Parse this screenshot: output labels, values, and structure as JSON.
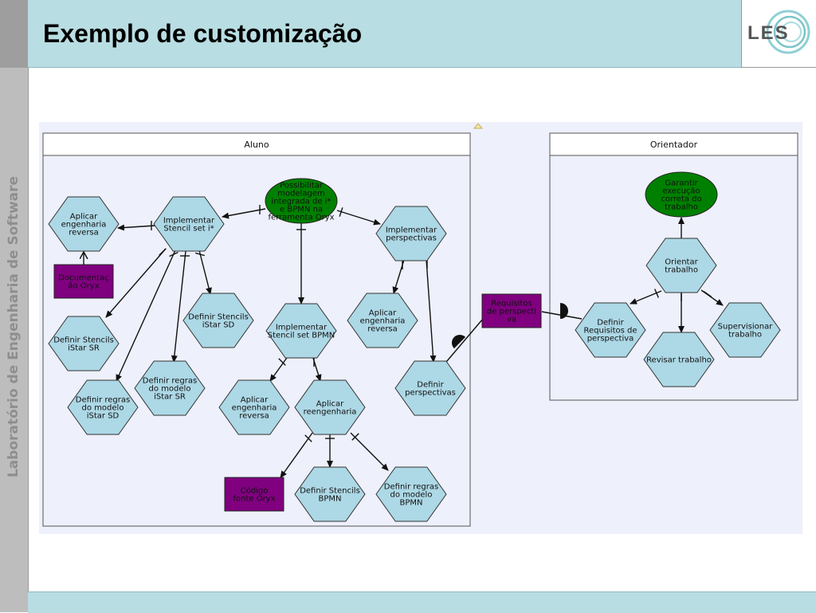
{
  "slide": {
    "title": "Exemplo de customização",
    "side_label": "Laboratório de Engenharia de Software",
    "logo_text": "LES"
  },
  "colors": {
    "header": "#b8dde2",
    "canvas": "#eef0fb",
    "task": "#add8e6",
    "goal": "#008000",
    "resource": "#800080"
  },
  "diagram": {
    "boundaries": [
      {
        "id": "aluno",
        "label": "Aluno"
      },
      {
        "id": "orientador",
        "label": "Orientador"
      }
    ],
    "nodes": [
      {
        "id": "possibilitar",
        "type": "goal",
        "lines": [
          "Possibilitar",
          "modelagem",
          "integrada de i*",
          "e BPMN na",
          "ferramenta Oryx"
        ]
      },
      {
        "id": "aplicar-eng-rev-1",
        "type": "task",
        "lines": [
          "Aplicar",
          "engenharia",
          "reversa"
        ]
      },
      {
        "id": "implementar-istar",
        "type": "task",
        "lines": [
          "Implementar",
          "Stencil set i*"
        ]
      },
      {
        "id": "documentacao",
        "type": "resource",
        "lines": [
          "Documentaç",
          "ão Oryx"
        ]
      },
      {
        "id": "implementar-persp",
        "type": "task",
        "lines": [
          "Implementar",
          "perspectivas"
        ]
      },
      {
        "id": "definir-stencils-sd",
        "type": "task",
        "lines": [
          "Definir Stencils",
          "iStar SD"
        ]
      },
      {
        "id": "definir-stencils-sr",
        "type": "task",
        "lines": [
          "Definir Stencils",
          "iStar SR"
        ]
      },
      {
        "id": "implementar-bpmn",
        "type": "task",
        "lines": [
          "Implementar",
          "Stencil set BPMN"
        ]
      },
      {
        "id": "aplicar-eng-rev-2",
        "type": "task",
        "lines": [
          "Aplicar",
          "engenharia",
          "reversa"
        ]
      },
      {
        "id": "definir-regras-sr",
        "type": "task",
        "lines": [
          "Definir regras",
          "do modelo",
          "iStar SR"
        ]
      },
      {
        "id": "definir-regras-sd",
        "type": "task",
        "lines": [
          "Definir regras",
          "do modelo",
          "iStar SD"
        ]
      },
      {
        "id": "aplicar-eng-rev-3",
        "type": "task",
        "lines": [
          "Aplicar",
          "engenharia",
          "reversa"
        ]
      },
      {
        "id": "aplicar-reeng",
        "type": "task",
        "lines": [
          "Aplicar",
          "reengenharia"
        ]
      },
      {
        "id": "definir-perspectivas",
        "type": "task",
        "lines": [
          "Definir",
          "perspectivas"
        ]
      },
      {
        "id": "codigo-fonte",
        "type": "resource",
        "lines": [
          "Código",
          "fonte Oryx"
        ]
      },
      {
        "id": "definir-stencils-bpmn",
        "type": "task",
        "lines": [
          "Definir Stencils",
          "BPMN"
        ]
      },
      {
        "id": "definir-regras-bpmn",
        "type": "task",
        "lines": [
          "Definir regras",
          "do modelo",
          "BPMN"
        ]
      },
      {
        "id": "requisitos",
        "type": "resource",
        "lines": [
          "Requisitos",
          "de perspecti",
          "va"
        ]
      },
      {
        "id": "garantir",
        "type": "goal",
        "lines": [
          "Garantir",
          "execução",
          "correta do",
          "trabalho"
        ]
      },
      {
        "id": "orientar",
        "type": "task",
        "lines": [
          "Orientar",
          "trabalho"
        ]
      },
      {
        "id": "definir-requisitos",
        "type": "task",
        "lines": [
          "Definir",
          "Requisitos de",
          "perspectiva"
        ]
      },
      {
        "id": "supervisionar",
        "type": "task",
        "lines": [
          "Supervisionar",
          "trabalho"
        ]
      },
      {
        "id": "revisar",
        "type": "task",
        "lines": [
          "Revisar trabalho"
        ]
      }
    ]
  }
}
